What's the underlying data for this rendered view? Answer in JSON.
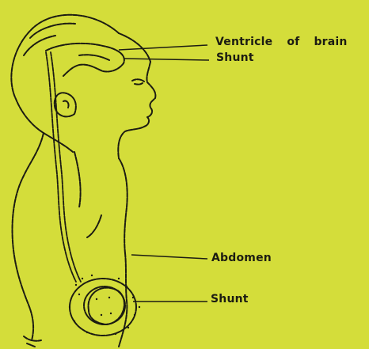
{
  "colors": {
    "background": "#d4dd3a",
    "ink": "#1c1c12"
  },
  "labels": {
    "ventricle_word1": "Ventricle",
    "ventricle_word2": "of",
    "ventricle_word3": "brain",
    "shunt_top": "Shunt",
    "abdomen": "Abdomen",
    "shunt_bottom": "Shunt"
  }
}
